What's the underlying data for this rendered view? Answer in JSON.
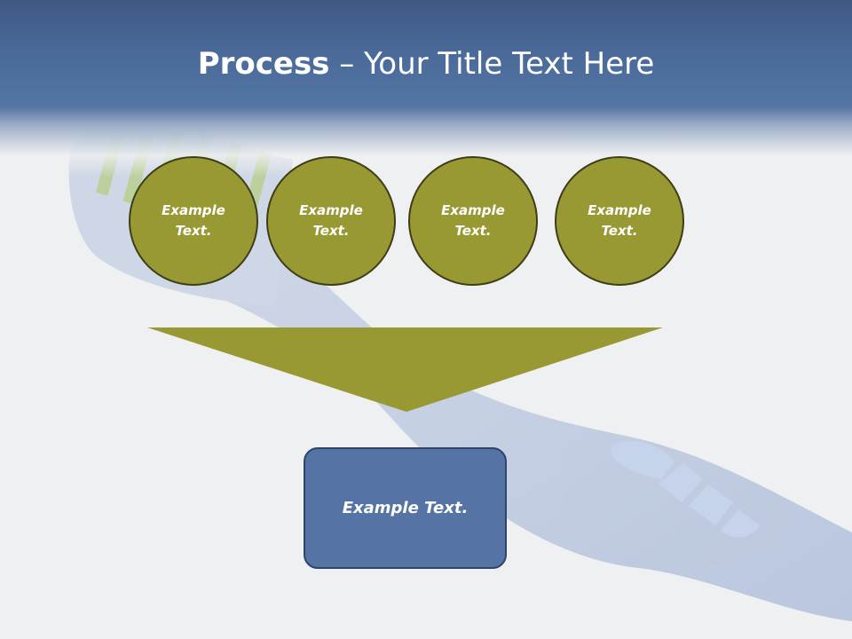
{
  "title": {
    "bold": "Process",
    "rest": " – Your Title Text Here"
  },
  "process_steps": [
    {
      "label": "Example Text."
    },
    {
      "label": "Example Text."
    },
    {
      "label": "Example Text."
    },
    {
      "label": "Example Text."
    }
  ],
  "result": {
    "label": "Example Text."
  },
  "background_image": "toothbrush",
  "colors": {
    "header": "#4a6a99",
    "circle_fill": "#999934",
    "circle_border": "#3d3d17",
    "funnel": "#999934",
    "box_fill": "#5574a5",
    "box_border": "#2f4468",
    "text": "#ffffff"
  }
}
